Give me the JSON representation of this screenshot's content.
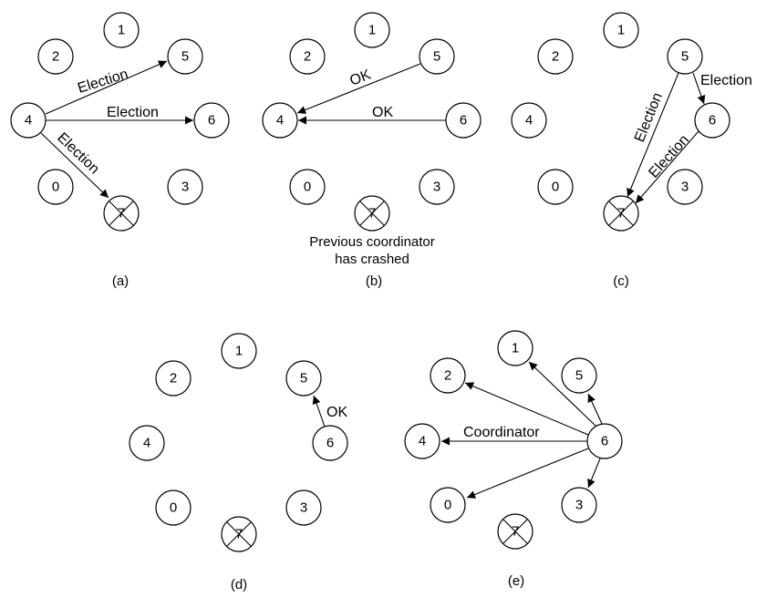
{
  "panel_a": {
    "caption": "(a)",
    "nodes": [
      "1",
      "2",
      "5",
      "4",
      "6",
      "0",
      "3",
      "7"
    ],
    "edge_labels": [
      "Election",
      "Election",
      "Election"
    ]
  },
  "panel_b": {
    "caption": "(b)",
    "nodes": [
      "1",
      "2",
      "5",
      "4",
      "6",
      "0",
      "3",
      "7"
    ],
    "edge_labels": [
      "OK",
      "OK"
    ],
    "note_line1": "Previous coordinator",
    "note_line2": "has crashed"
  },
  "panel_c": {
    "caption": "(c)",
    "nodes": [
      "1",
      "2",
      "5",
      "4",
      "6",
      "0",
      "3",
      "7"
    ],
    "edge_labels": [
      "Election",
      "Election",
      "Election"
    ]
  },
  "panel_d": {
    "caption": "(d)",
    "nodes": [
      "1",
      "2",
      "5",
      "4",
      "6",
      "0",
      "3",
      "7"
    ],
    "edge_labels": [
      "OK"
    ]
  },
  "panel_e": {
    "caption": "(e)",
    "nodes": [
      "1",
      "2",
      "5",
      "4",
      "6",
      "0",
      "3",
      "7"
    ],
    "edge_labels": [
      "Coordinator"
    ]
  },
  "colors": {
    "stroke": "#000000",
    "background": "#ffffff"
  }
}
